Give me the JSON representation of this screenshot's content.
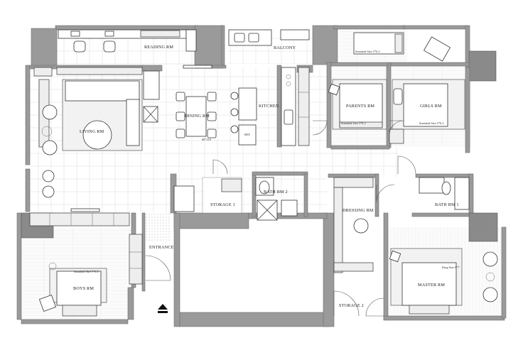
{
  "rooms": {
    "reading": "READING RM",
    "balcony": "BALCONY",
    "living": "LIVING RM",
    "dining": "DINING RM",
    "kitchen": "KITCHEN",
    "parents": "PARENTS RM",
    "girls": "GIRLS RM",
    "storage1": "STORAGE 1",
    "bath2": "BATH RM 2",
    "dressing": "DRESSING RM",
    "bath1": "BATH RM 1",
    "entrance": "ENTRANCE",
    "boys": "BOYS RM",
    "storage2": "STORAGE 2",
    "master": "MASTER RM"
  },
  "bed_sizes": {
    "parents": "Standard Size 5*6.2",
    "girls": "Standard Size 5*6.2",
    "top_bed": "Standard Size 5*6.2",
    "boys": "Standard Size 5*6.2",
    "master": "King Size 6*7"
  },
  "fridge_label": "REF",
  "dining_note": "80*210"
}
